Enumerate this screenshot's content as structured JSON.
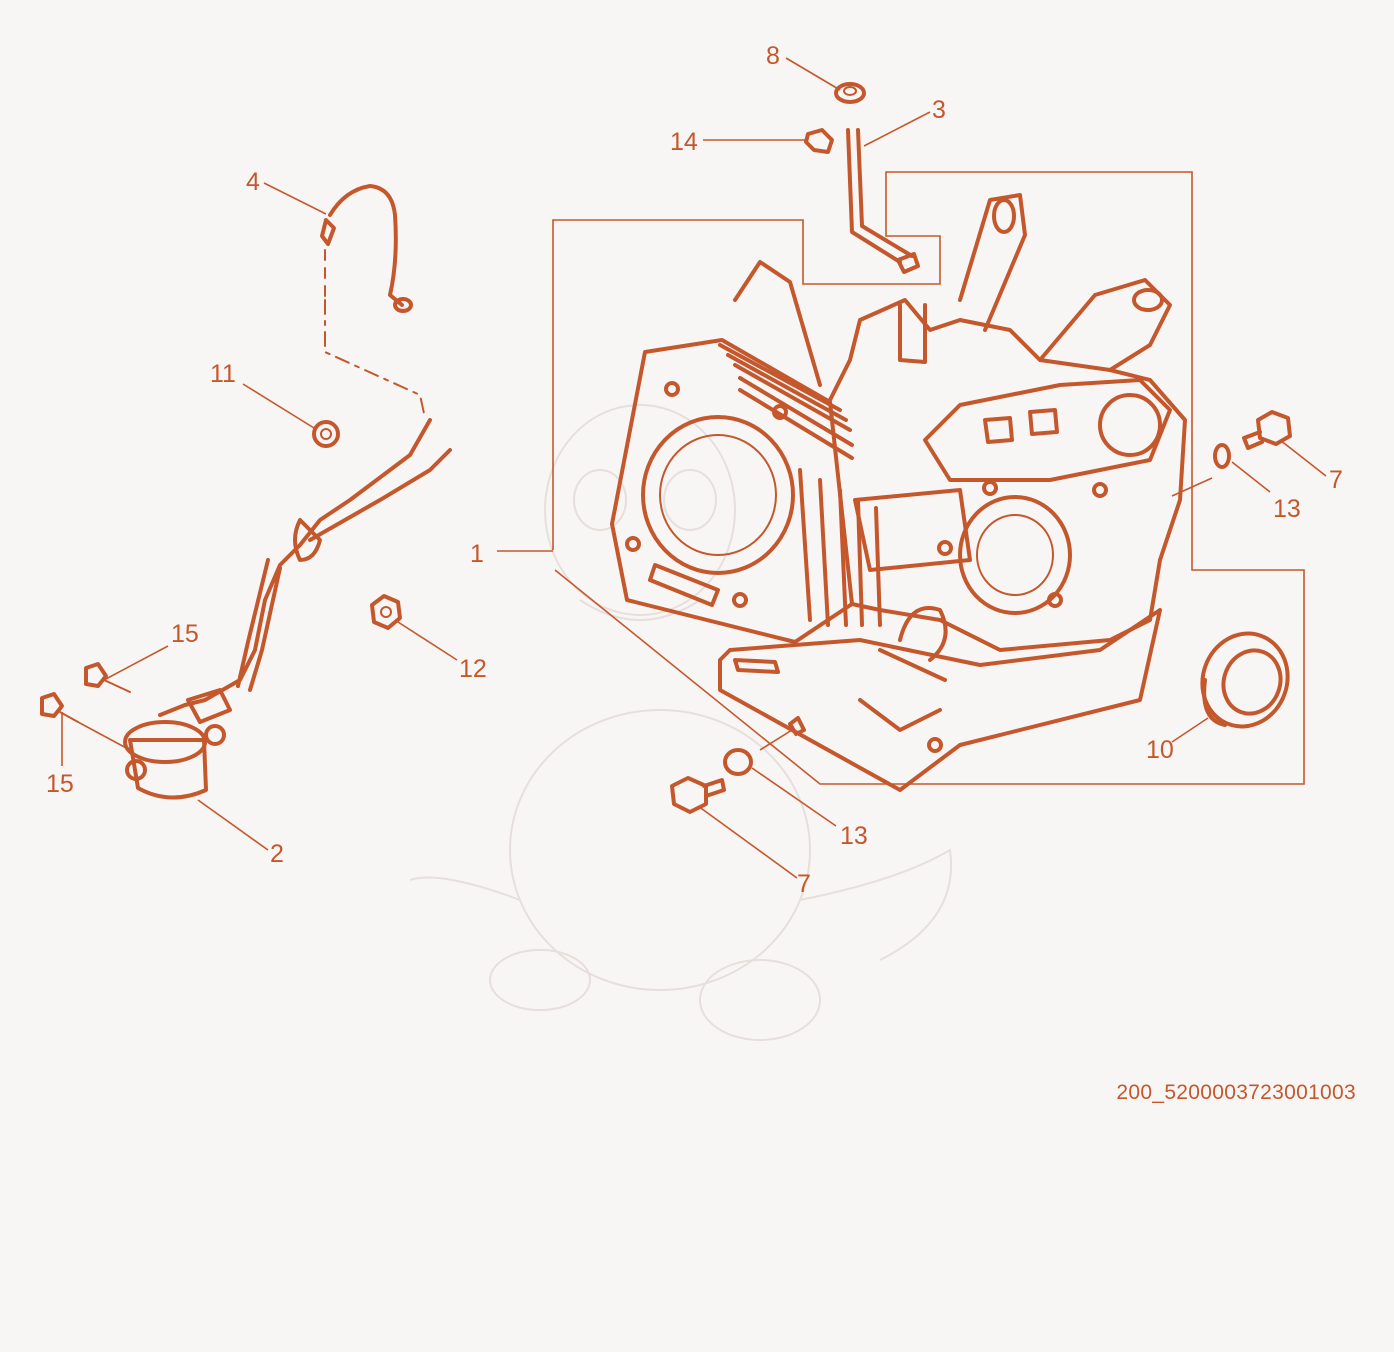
{
  "diagram": {
    "drawing_code": "200_5200003723001003",
    "colors": {
      "line": "#c4582c",
      "fill": "#dc8a5c",
      "label": "#c4582c",
      "watermark": "#e6dfdb",
      "background": "#f8f6f5"
    },
    "callouts": [
      {
        "id": "c1",
        "label": "1"
      },
      {
        "id": "c2",
        "label": "2"
      },
      {
        "id": "c3",
        "label": "3"
      },
      {
        "id": "c4",
        "label": "4"
      },
      {
        "id": "c7a",
        "label": "7"
      },
      {
        "id": "c7b",
        "label": "7"
      },
      {
        "id": "c8",
        "label": "8"
      },
      {
        "id": "c10",
        "label": "10"
      },
      {
        "id": "c11",
        "label": "11"
      },
      {
        "id": "c12",
        "label": "12"
      },
      {
        "id": "c13a",
        "label": "13"
      },
      {
        "id": "c13b",
        "label": "13"
      },
      {
        "id": "c14",
        "label": "14"
      },
      {
        "id": "c15a",
        "label": "15"
      },
      {
        "id": "c15b",
        "label": "15"
      }
    ],
    "parts": [
      {
        "id": "p-cylinder-block",
        "icon": "cylinder-block-icon"
      },
      {
        "id": "p-oil-sensor",
        "icon": "oil-sensor-icon"
      },
      {
        "id": "p-dipstick",
        "icon": "breather-tube-icon"
      },
      {
        "id": "p-wire",
        "icon": "ground-wire-icon"
      },
      {
        "id": "p-oil-seal",
        "icon": "oil-seal-icon"
      },
      {
        "id": "p-bolt",
        "icon": "flange-bolt-icon"
      },
      {
        "id": "p-washer",
        "icon": "washer-icon"
      },
      {
        "id": "p-nut",
        "icon": "nut-icon"
      },
      {
        "id": "p-clip",
        "icon": "clip-icon"
      }
    ]
  }
}
